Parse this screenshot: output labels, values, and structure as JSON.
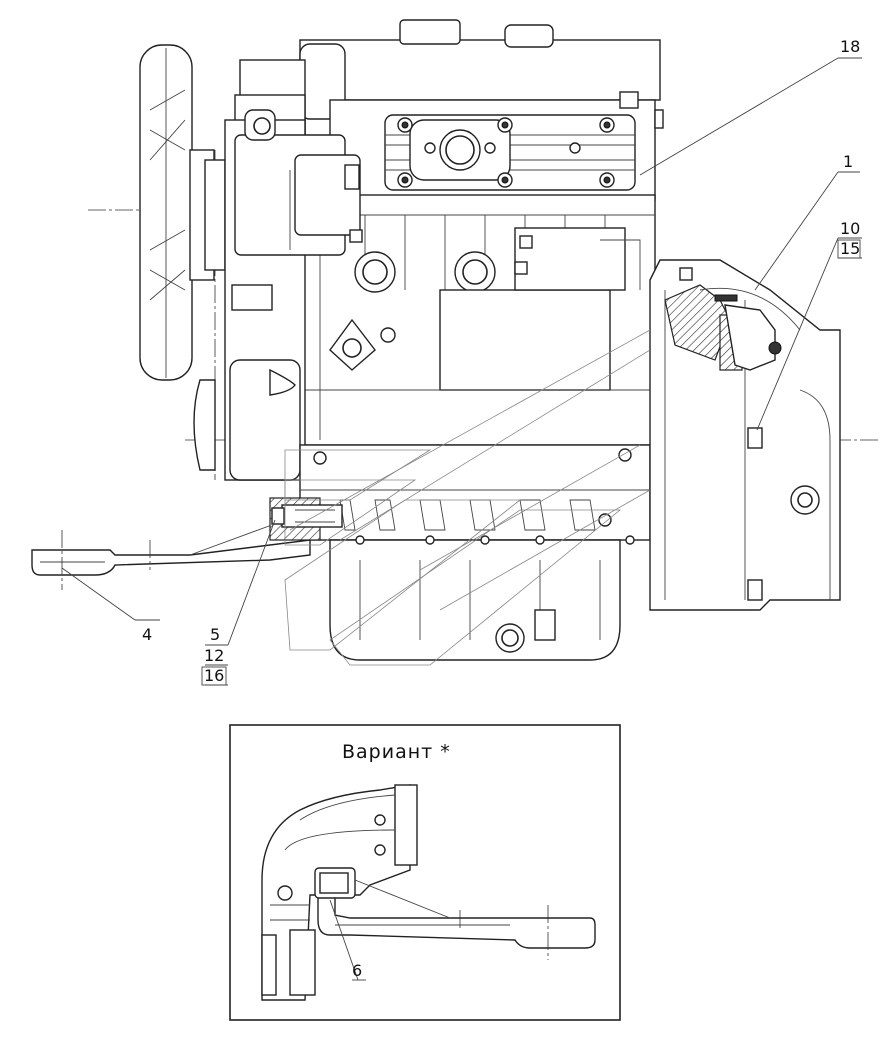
{
  "callouts": {
    "c18": "18",
    "c1": "1",
    "c10": "10",
    "c15": "15",
    "c4": "4",
    "c5": "5",
    "c12": "12",
    "c16": "16",
    "c6": "6"
  },
  "variant_box": {
    "title": "Вариант *"
  }
}
